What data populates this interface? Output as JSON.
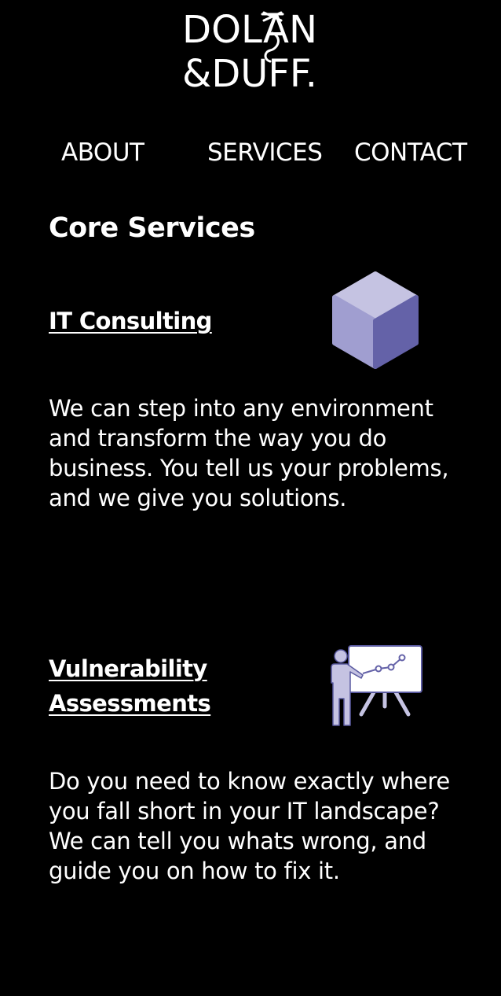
{
  "header": {
    "logo_line1": "DOLAN",
    "logo_line2": "&DUFF."
  },
  "nav": {
    "items": [
      {
        "label": "ABOUT"
      },
      {
        "label": "SERVICES"
      },
      {
        "label": "CONTACT"
      }
    ]
  },
  "main": {
    "section_title": "Core Services",
    "services": [
      {
        "title": "IT Consulting",
        "description": "We can step into any environment and transform the way you do business. You tell us your problems, and we give you solutions.",
        "icon": "cube-icon"
      },
      {
        "title": "Vulnerability Assessments",
        "description": "Do you need to know exactly where you fall short in your IT landscape? We can tell you whats wrong, and guide you on how to fix it.",
        "icon": "presentation-chart-icon"
      }
    ]
  },
  "colors": {
    "background": "#000000",
    "text": "#ffffff",
    "icon_light": "#c5c3e2",
    "icon_mid": "#a09ed0",
    "icon_dark": "#6462a8",
    "icon_stroke": "#5a5aa0"
  }
}
